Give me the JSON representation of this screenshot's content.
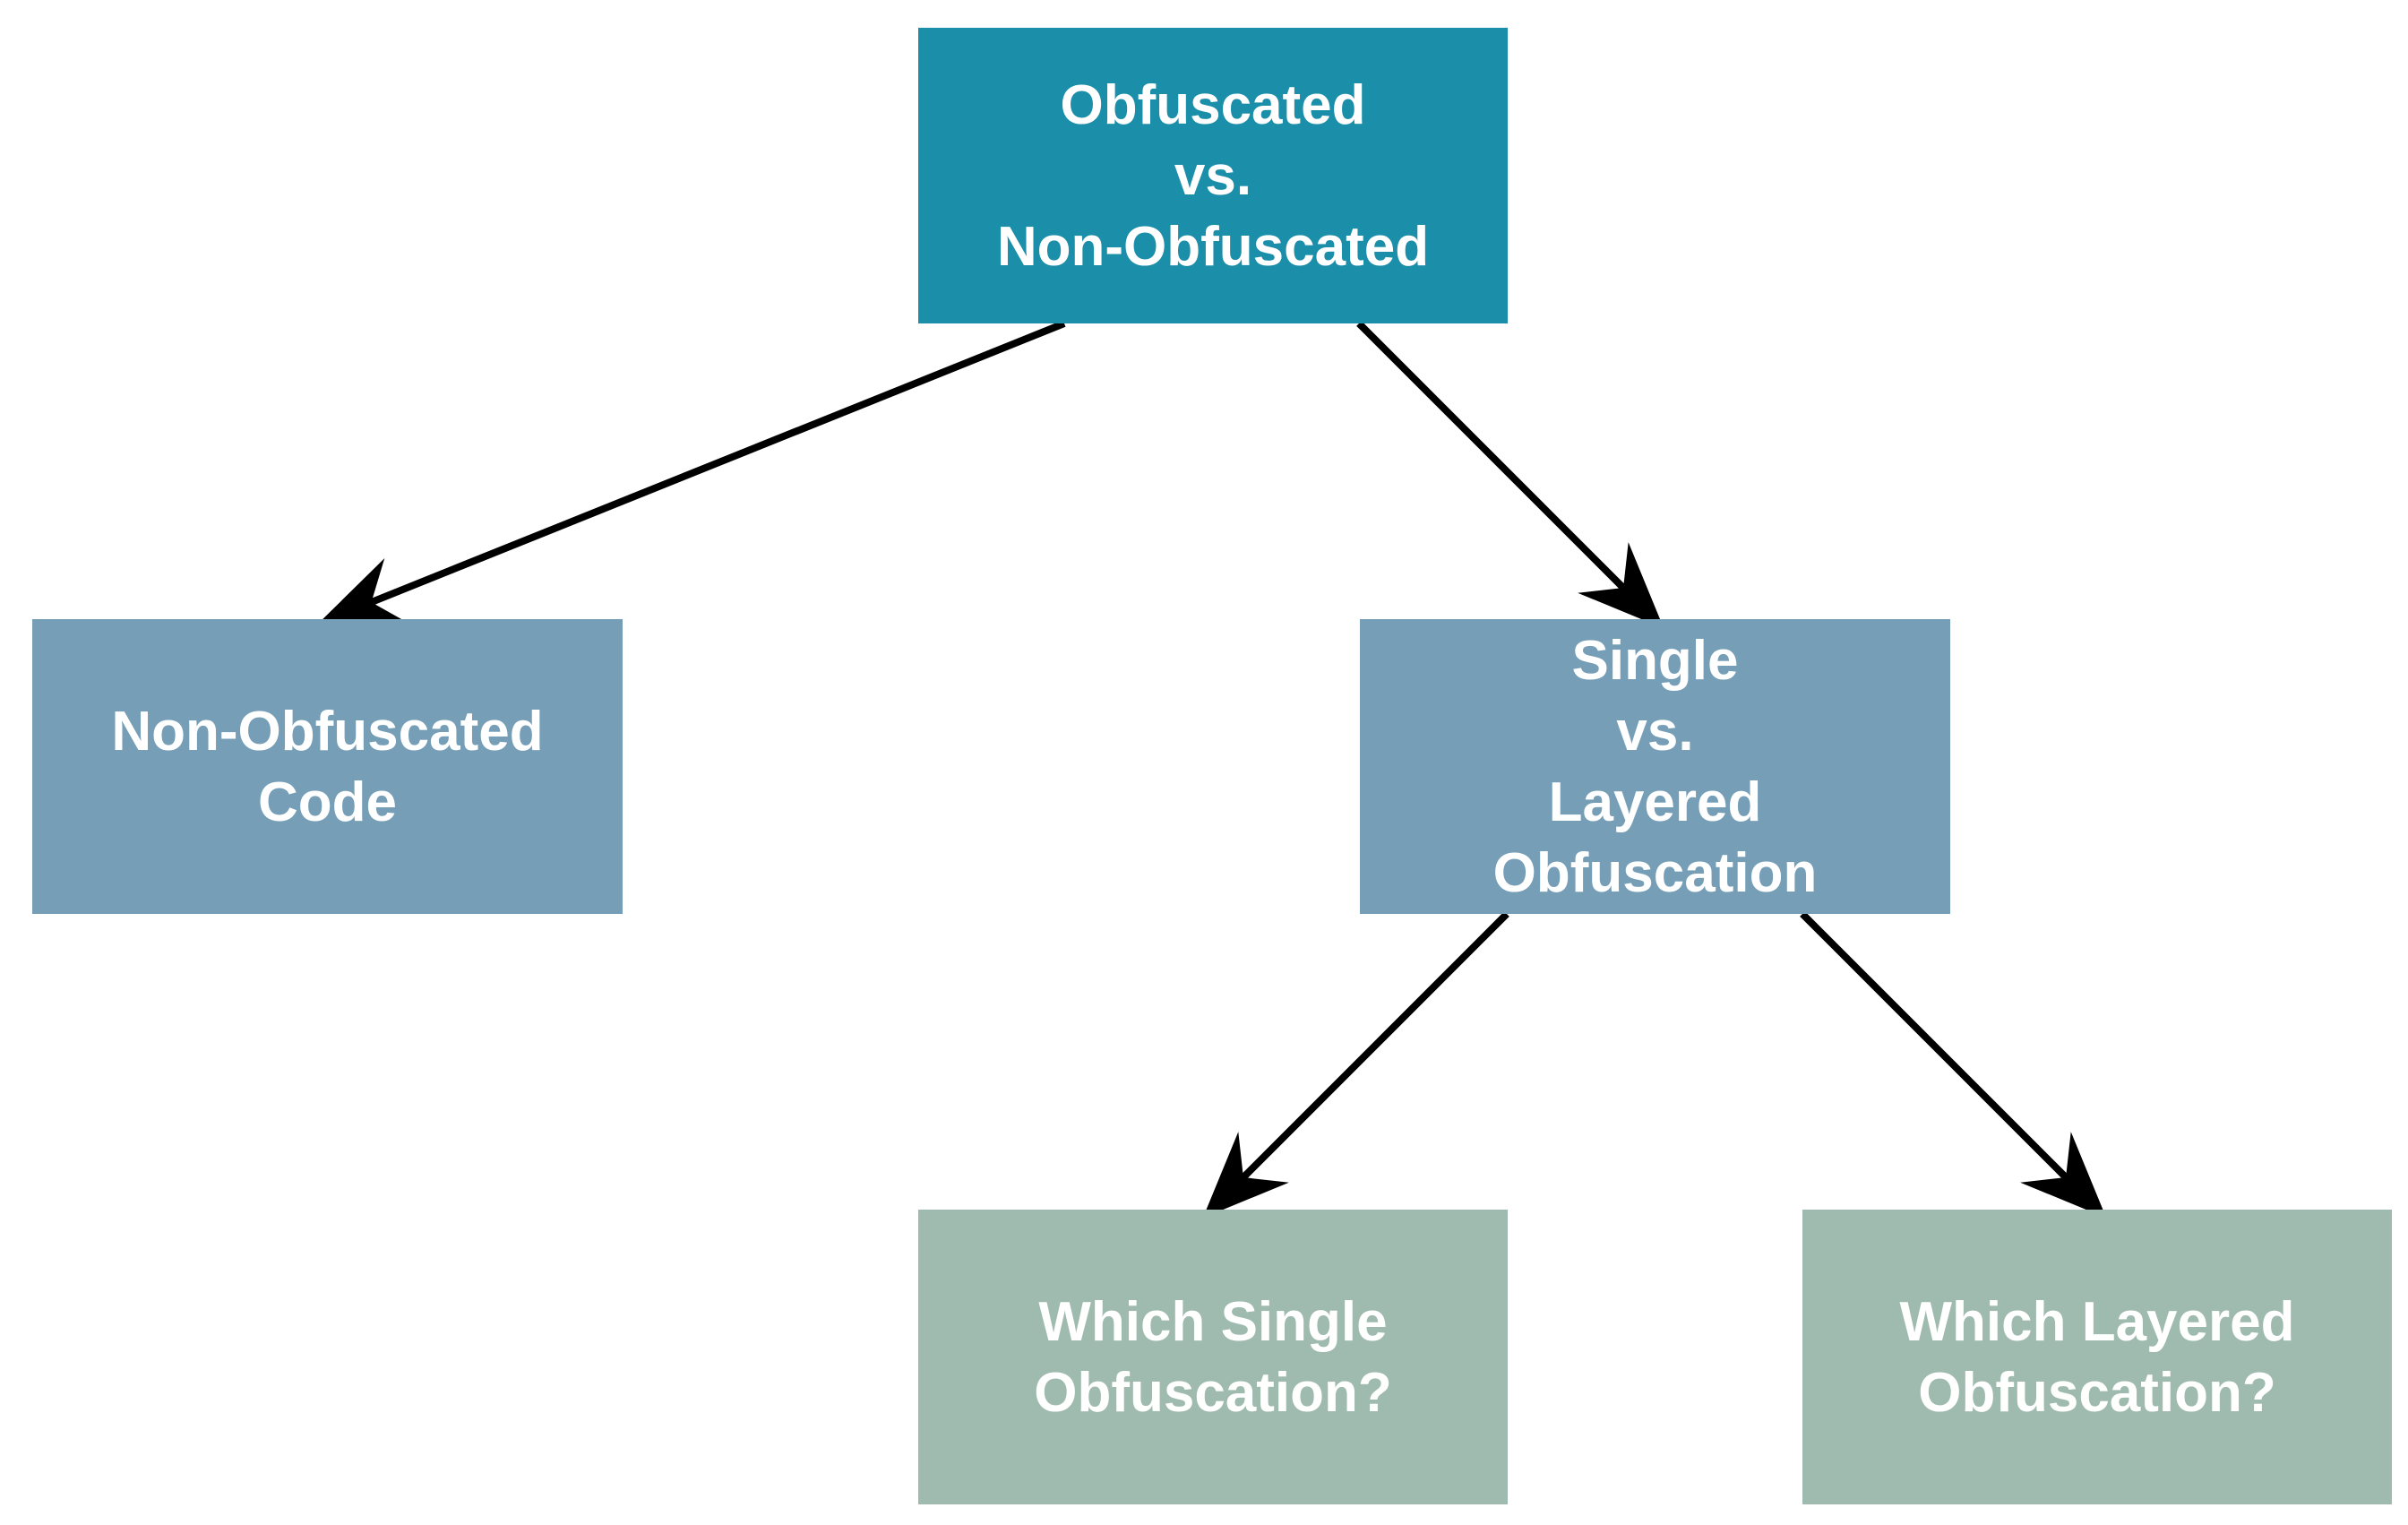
{
  "colors": {
    "level1": "#1b8fa9",
    "level2": "#769fb7",
    "level3": "#9fbaae",
    "arrow": "#000000",
    "text": "#ffffff"
  },
  "nodes": {
    "root": {
      "lines": [
        "Obfuscated",
        "vs.",
        "Non-Obfuscated"
      ]
    },
    "nonobf": {
      "lines": [
        "Non-Obfuscated",
        "Code"
      ]
    },
    "single": {
      "lines": [
        "Single",
        "vs.",
        "Layered",
        "Obfuscation"
      ]
    },
    "whichs": {
      "lines": [
        "Which Single",
        "Obfuscation?"
      ]
    },
    "whichl": {
      "lines": [
        "Which Layered",
        "Obfuscation?"
      ]
    }
  },
  "edges": [
    {
      "from": "root",
      "to": "nonobf"
    },
    {
      "from": "root",
      "to": "single"
    },
    {
      "from": "single",
      "to": "whichs"
    },
    {
      "from": "single",
      "to": "whichl"
    }
  ]
}
